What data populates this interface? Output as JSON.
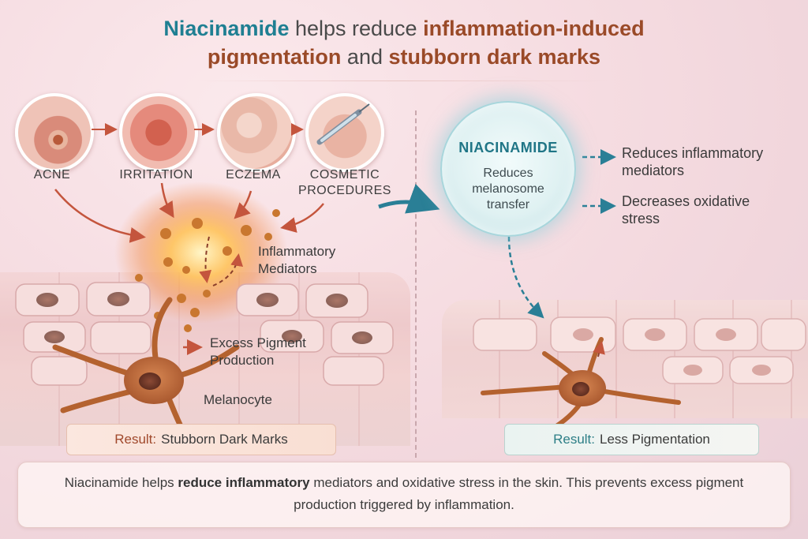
{
  "title": {
    "part1": "Niacinamide",
    "part2": " helps reduce ",
    "part3": "inflammation-induced",
    "part4": "pigmentation",
    "part5": " and ",
    "part6": "stubborn dark marks"
  },
  "causes": [
    {
      "label": "ACNE"
    },
    {
      "label": "IRRITATION"
    },
    {
      "label": "ECZEMA"
    },
    {
      "label": "COSMETIC\nPROCEDURES"
    }
  ],
  "left_panel": {
    "inflammatory_mediators": "Inflammatory\nMediators",
    "excess_pigment": "Excess Pigment\nProduction",
    "melanocyte": "Melanocyte",
    "result_prefix": "Result:",
    "result_text": "Stubborn Dark Marks"
  },
  "niacinamide": {
    "title": "NIACINAMIDE",
    "description": "Reduces\nmelanosome\ntransfer",
    "effects": [
      {
        "text": "Reduces inflammatory\nmediators"
      },
      {
        "text": "Decreases oxidative\nstress"
      }
    ]
  },
  "right_panel": {
    "result_prefix": "Result:",
    "result_text": "Less Pigmentation"
  },
  "summary": {
    "lead": "Niacinamide helps ",
    "bold": "reduce inflammatory",
    "rest": " mediators and oxidative stress in the skin. This prevents excess pigment production triggered by inflammation."
  },
  "colors": {
    "teal": "#1f7f92",
    "brown": "#9a4a28",
    "arrow_red": "#c4553d",
    "arrow_teal": "#2a7f96"
  }
}
